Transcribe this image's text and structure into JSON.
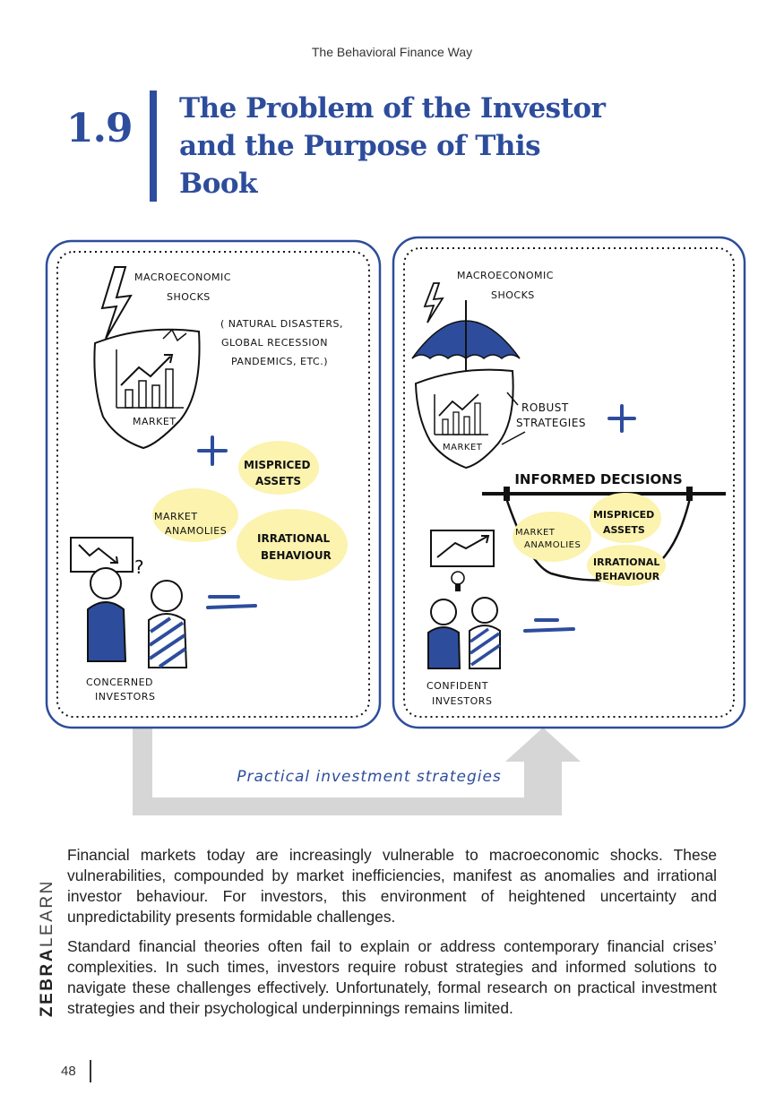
{
  "header": {
    "running_title": "The Behavioral Finance Way"
  },
  "section": {
    "number": "1.9",
    "title_lines": [
      "The Problem of the Investor",
      "and the Purpose of This",
      "Book"
    ]
  },
  "illustration": {
    "left_panel": {
      "shocks_line1": "MACROECONOMIC",
      "shocks_line2": "SHOCKS",
      "examples_line1": "( NATURAL DISASTERS,",
      "examples_line2": "GLOBAL RECESSION",
      "examples_line3": "PANDEMICS, ETC.)",
      "market_label": "MARKET",
      "bubble_mispriced_1": "MISPRICED",
      "bubble_mispriced_2": "ASSETS",
      "bubble_anomalies_1": "MARKET",
      "bubble_anomalies_2": "ANAMOLIES",
      "bubble_irrational_1": "IRRATIONAL",
      "bubble_irrational_2": "BEHAVIOUR",
      "investors_line1": "CONCERNED",
      "investors_line2": "INVESTORS"
    },
    "right_panel": {
      "shocks_line1": "MACROECONOMIC",
      "shocks_line2": "SHOCKS",
      "robust_line1": "ROBUST",
      "robust_line2": "STRATEGIES",
      "market_label": "MARKET",
      "informed_decisions": "INFORMED DECISIONS",
      "bubble_anomalies_1": "MARKET",
      "bubble_anomalies_2": "ANAMOLIES",
      "bubble_mispriced_1": "MISPRICED",
      "bubble_mispriced_2": "ASSETS",
      "bubble_irrational_1": "IRRATIONAL",
      "bubble_irrational_2": "BEHAVIOUR",
      "investors_line1": "CONFIDENT",
      "investors_line2": "INVESTORS"
    },
    "arrow_caption": "Practical investment strategies",
    "colors": {
      "accent_blue": "#2d4d9c",
      "highlight_yellow": "#fbf3ae",
      "arrow_gray": "#d6d6d6"
    }
  },
  "side_brand": {
    "bold": "ZEBRA",
    "light": "LEARN"
  },
  "body": {
    "paragraph1": "Financial markets today are increasingly vulnerable to macroeconomic shocks. These vulnerabilities, compounded by market inefficiencies, manifest as anomalies and irrational investor behaviour. For investors, this environment of heightened uncertainty and unpredictability presents formidable challenges.",
    "paragraph2": "Standard financial theories often fail to explain or address contemporary financial crises’ complexities. In such times, investors require robust strategies and informed solutions to navigate these challenges effectively. Unfortunately, formal research on practical investment strategies and their psychological underpinnings remains limited."
  },
  "footer": {
    "page_number": "48"
  }
}
